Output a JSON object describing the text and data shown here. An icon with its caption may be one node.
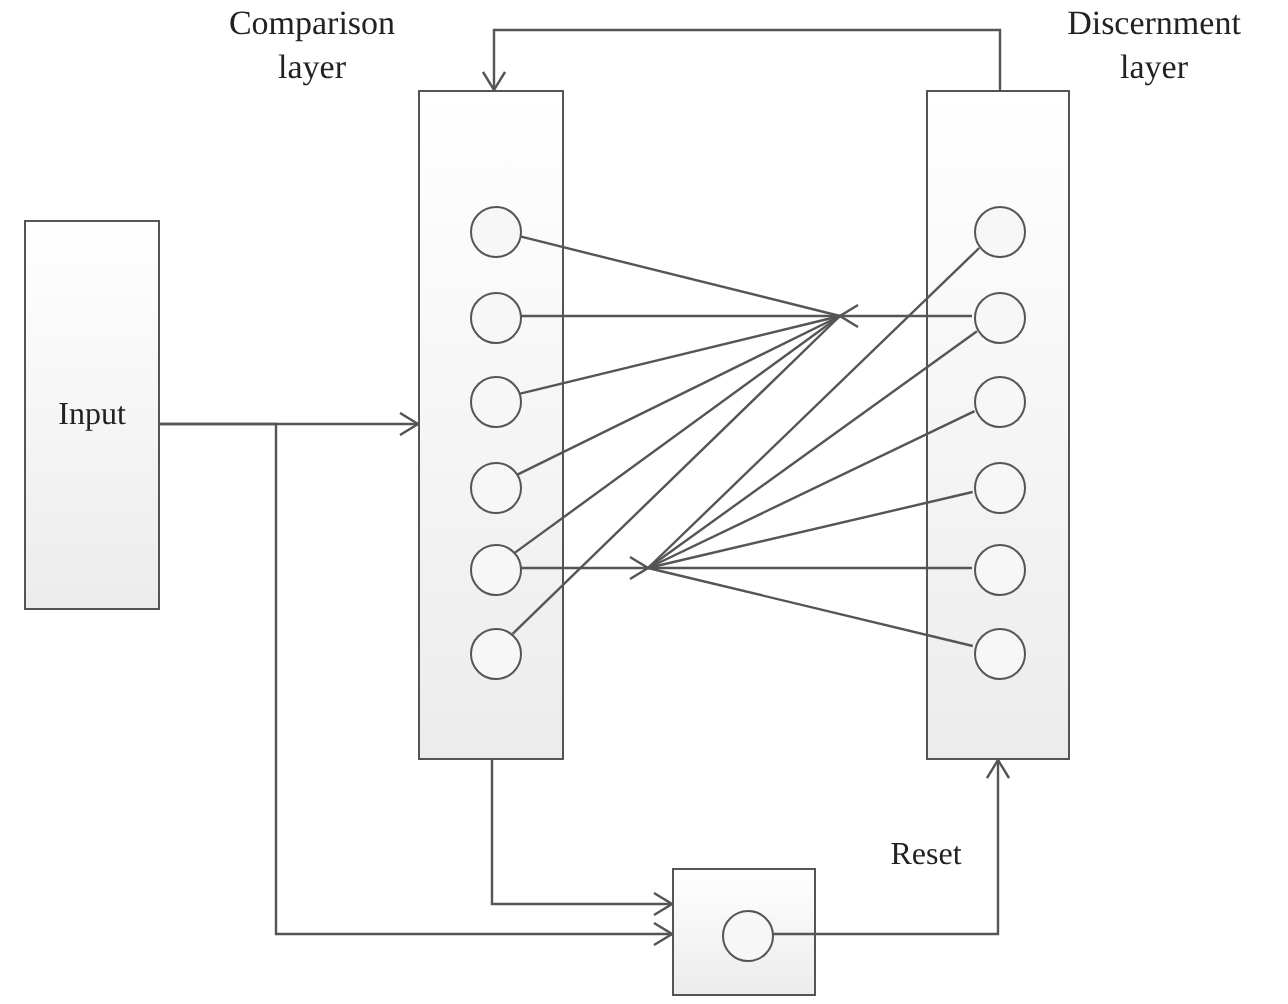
{
  "diagram": {
    "nodes": [
      {
        "text": [
          "Input"
        ]
      },
      {
        "text": [
          "Comparison layer"
        ]
      },
      {
        "text": [],
        "shape": "circle",
        "in": 1
      },
      {
        "text": [],
        "shape": "circle",
        "in": 1
      },
      {
        "text": [],
        "shape": "circle",
        "in": 1
      },
      {
        "text": [],
        "shape": "circle",
        "in": 1
      },
      {
        "text": [],
        "shape": "circle",
        "in": 1
      },
      {
        "text": [],
        "shape": "circle",
        "in": 1
      },
      {
        "text": [
          "Discernment layer"
        ]
      },
      {
        "text": [],
        "shape": "circle",
        "in": 8
      },
      {
        "text": [],
        "shape": "circle",
        "in": 8
      },
      {
        "text": [],
        "shape": "circle",
        "in": 8
      },
      {
        "text": [],
        "shape": "circle",
        "in": 8
      },
      {
        "text": [],
        "shape": "circle",
        "in": 8
      },
      {
        "text": [],
        "shape": "circle",
        "in": 8
      },
      {
        "text": [],
        "shape": "box"
      },
      {
        "text": [],
        "shape": "circle",
        "in": 15
      }
    ],
    "edges": [
      {
        "from": 0,
        "to": 1,
        "arrow": "to"
      },
      {
        "from": 0,
        "to": 15,
        "arrow": "to"
      },
      {
        "from": 1,
        "to": 15,
        "arrow": "to"
      },
      {
        "from": 16,
        "to": 8,
        "arrow": "to",
        "label": "Reset"
      },
      {
        "from": 8,
        "to": 1,
        "arrow": "to"
      },
      {
        "from": 2,
        "to": null,
        "arrow": "none"
      },
      {
        "from": 3,
        "to": null,
        "arrow": "none"
      },
      {
        "from": 4,
        "to": null,
        "arrow": "none"
      },
      {
        "from": 5,
        "to": null,
        "arrow": "none"
      },
      {
        "from": 6,
        "to": null,
        "arrow": "none"
      },
      {
        "from": 7,
        "to": null,
        "arrow": "none"
      },
      {
        "from": 10,
        "to": null,
        "arrow": "to"
      },
      {
        "from": 9,
        "to": null,
        "arrow": "none"
      },
      {
        "from": 10,
        "to": null,
        "arrow": "none"
      },
      {
        "from": 11,
        "to": null,
        "arrow": "none"
      },
      {
        "from": 12,
        "to": null,
        "arrow": "none"
      },
      {
        "from": 13,
        "to": null,
        "arrow": "none"
      },
      {
        "from": 14,
        "to": null,
        "arrow": "none"
      },
      {
        "from": 6,
        "to": null,
        "arrow": "to"
      }
    ]
  }
}
